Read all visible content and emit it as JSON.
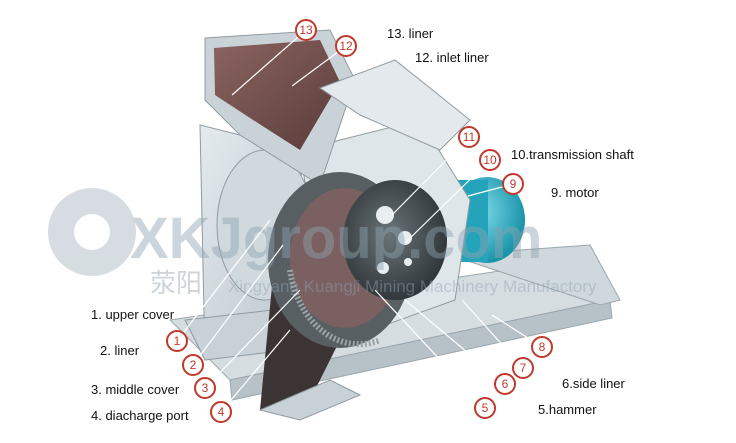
{
  "labels": {
    "l1": "1. upper cover",
    "l2": "2. liner",
    "l3": "3. middle cover",
    "l4": "4. diacharge port",
    "l5": "5.hammer",
    "l6": "6.side liner",
    "l9": "9. motor",
    "l10": "10.transmission shaft",
    "l12": "12. inlet liner",
    "l13": "13. liner"
  },
  "callouts": [
    "1",
    "2",
    "3",
    "4",
    "5",
    "6",
    "7",
    "8",
    "9",
    "10",
    "11",
    "12",
    "13"
  ],
  "watermark": {
    "domain_text": "XKJgroup.com",
    "chinese_text": "荥阳",
    "company_text": "Xingyang Kuangji Mining Machinery Manufactory"
  },
  "colors": {
    "callout_red": "#c0392b",
    "motor_teal": "#2bb3c9",
    "machine_grey": "#cfd8dc",
    "liner_brown": "#6e4a48"
  }
}
